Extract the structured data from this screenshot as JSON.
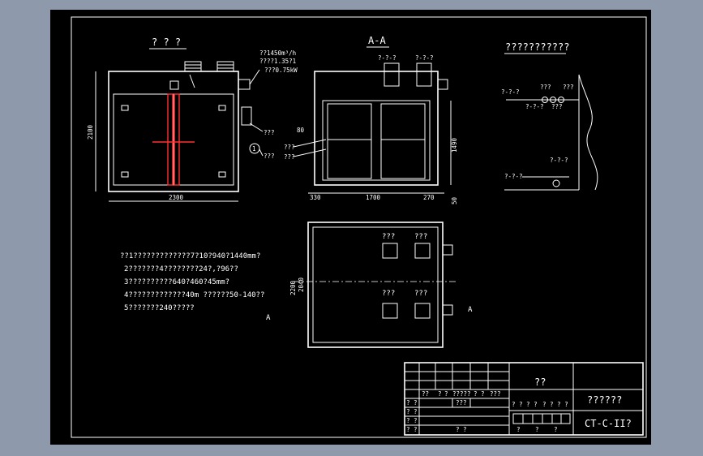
{
  "drawing": {
    "front_view_title": "? ? ?",
    "section_title": "A-A",
    "piping_title": "???????????",
    "fan_spec": [
      "??1450m³/h",
      "????1.35?1",
      "???0.75kW"
    ],
    "front_dims": {
      "height": "2100",
      "width": "2300"
    },
    "front_callouts": [
      "???",
      "???"
    ],
    "circle_mark": "1",
    "section_labels": [
      "80",
      "???",
      "???"
    ],
    "section_dims": {
      "height": "1490",
      "left": "330",
      "center": "1700",
      "right": "270",
      "bottom": "50"
    },
    "top_small_labels": [
      "?-?-?",
      "?-?-?"
    ],
    "plan_labels": {
      "units_top": [
        "???",
        "???"
      ],
      "units_bottom": [
        "???",
        "???"
      ],
      "dim_outer": "2200",
      "dim_inner": "2040",
      "mark_left": "A",
      "mark_right": "A"
    },
    "notes": [
      "??1?????????????7?10?940?1440mm?",
      "2???????4????????24?,?96??",
      "3??????????640?460?45mm?",
      "4?????????????40m ??????50-140??",
      "5???????240?????"
    ],
    "piping_small": [
      "?-?-?",
      "?-?-?",
      "???",
      "???",
      "???",
      "?-?-?",
      "?-?-?"
    ]
  },
  "title_block": {
    "grid_row1": [
      "? ?",
      "??",
      "?",
      "?",
      "?????",
      "? ?",
      "???"
    ],
    "grid_row2": [
      "? ?",
      "???"
    ],
    "grid_row3": [
      "? ?"
    ],
    "grid_row4": [
      "? ?",
      "? ?"
    ],
    "center_title": "??",
    "mid_row": [
      "? ? ? ?",
      "? ? ? ?"
    ],
    "bottom_row": [
      "?",
      "?",
      "?"
    ],
    "drawing_name": "??????",
    "drawing_number": "CT-C-II?"
  }
}
